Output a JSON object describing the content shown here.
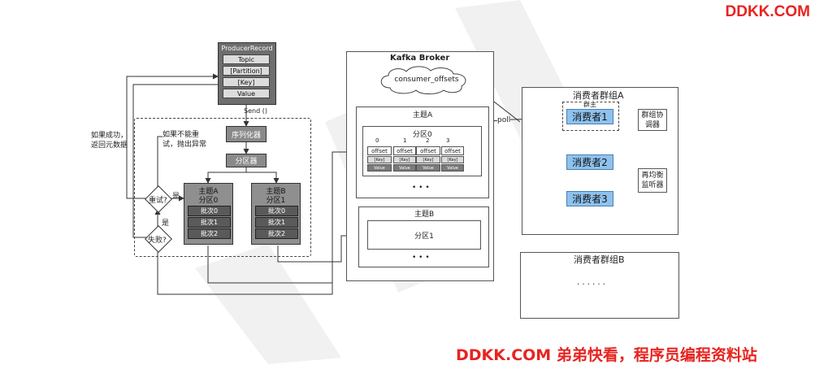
{
  "brand": {
    "top": "DDKK.COM",
    "bottom": "DDKK.COM 弟弟快看，程序员编程资料站",
    "color": "#e8231f"
  },
  "producer": {
    "record_title": "ProducerRecord",
    "fields": [
      "Topic",
      "[Partition]",
      "[Key]",
      "Value"
    ],
    "send_label": "Send ()",
    "serializer": "序列化器",
    "partitioner": "分区器",
    "topic_a": {
      "title": "主题A",
      "partition": "分区0",
      "batches": [
        "批次0",
        "批次1",
        "批次2"
      ]
    },
    "topic_b": {
      "title": "主题B",
      "partition": "分区1",
      "batches": [
        "批次0",
        "批次1",
        "批次2"
      ]
    },
    "retry_label": "重试?",
    "fail_label": "失败?",
    "yes_label_retry": "是",
    "yes_label_fail": "是",
    "no_retry_note": "如果不能重试，抛出异常",
    "success_note": "如果成功，返回元数据"
  },
  "broker": {
    "title": "Kafka Broker",
    "consumer_offsets": "consumer_offsets",
    "topic_a": {
      "title": "主题A",
      "partition": "分区0",
      "indices": [
        "0",
        "1",
        "2",
        "3"
      ],
      "offset_label": "offset",
      "key_label": "[Key]",
      "value_label": "Value",
      "more": "• • •"
    },
    "topic_b": {
      "title": "主题B",
      "partition": "分区1",
      "more": "• • •"
    }
  },
  "poll_label": "poll",
  "consumer_group_a": {
    "title": "消费者群组A",
    "leader_label": "群主",
    "consumers": [
      "消费者1",
      "消费者2",
      "消费者3"
    ],
    "coordinator": "群组协调器",
    "rebalance_listener": "再均衡监听器",
    "consumer_color": "#8ec2ee"
  },
  "consumer_group_b": {
    "title": "消费者群组B",
    "more": "· · · · · ·"
  }
}
